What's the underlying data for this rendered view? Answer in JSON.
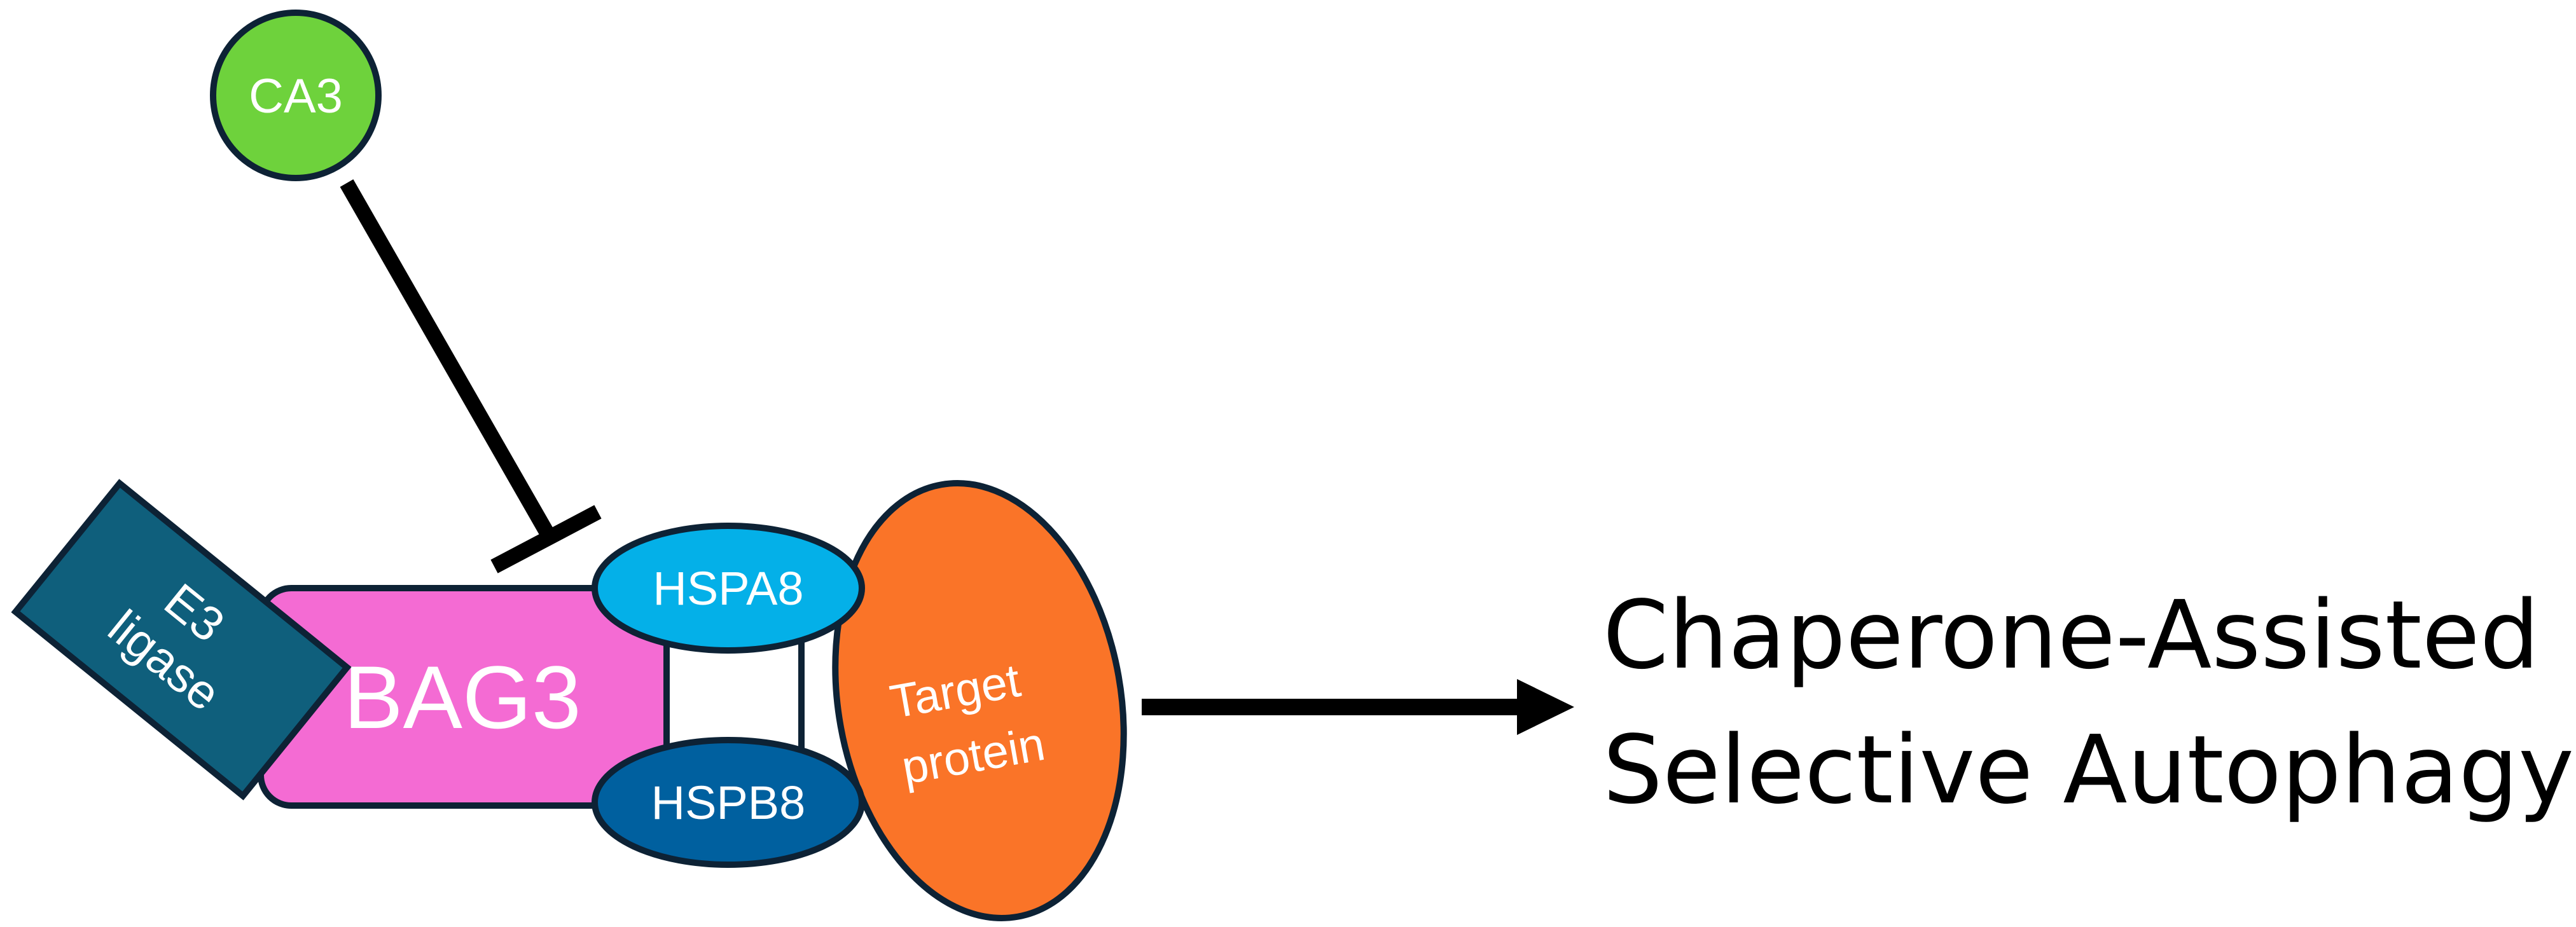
{
  "nodes": {
    "ca3": {
      "label": "CA3",
      "color": "#6ed23c"
    },
    "bag3": {
      "label": "BAG3",
      "color": "#f46bd3"
    },
    "e3_ligase": {
      "line1": "E3",
      "line2": "ligase",
      "color": "#0f5f7c"
    },
    "hspa8": {
      "label": "HSPA8",
      "color": "#04b0e8"
    },
    "hspb8": {
      "label": "HSPB8",
      "color": "#00609f"
    },
    "target_protein": {
      "line1": "Target",
      "line2": "protein",
      "color": "#fa7428"
    }
  },
  "outcome": {
    "line1": "Chaperone-Assisted",
    "line2": "Selective Autophagy"
  },
  "edges": [
    {
      "from": "CA3",
      "to": "BAG3",
      "type": "inhibition"
    },
    {
      "from": "complex",
      "to": "Chaperone-Assisted Selective Autophagy",
      "type": "activation"
    }
  ],
  "colors": {
    "outline": "#0d2235",
    "arrow": "#000000"
  }
}
